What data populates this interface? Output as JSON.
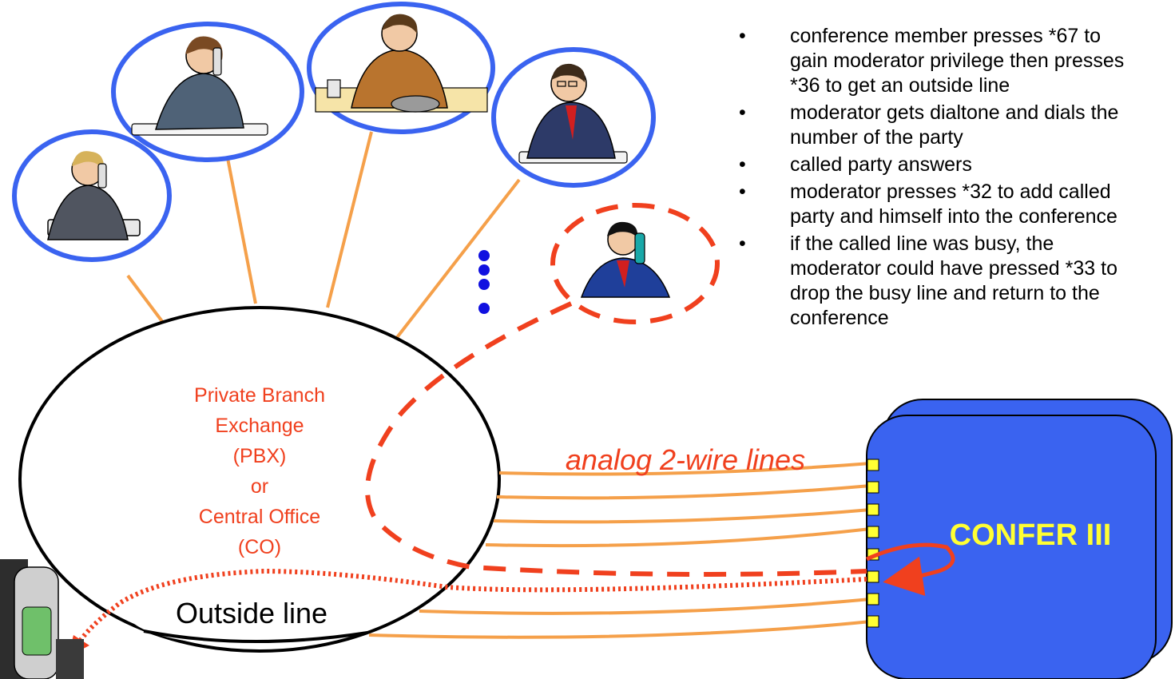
{
  "diagram": {
    "pbx_label_lines": [
      "Private Branch",
      "Exchange",
      "(PBX)",
      "or",
      "Central Office",
      "(CO)"
    ],
    "outside_line_label": "Outside line",
    "lines_label": "analog 2-wire lines",
    "device_label": "CONFER III",
    "icons": [
      "woman-on-phone-icon",
      "businessman-on-phone-icon",
      "man-in-sweater-on-phone-icon",
      "man-with-glasses-on-phone-icon",
      "man-with-headset-phone-icon",
      "cordless-phone-icon"
    ],
    "colors": {
      "ring": "#3a63f0",
      "line": "#f5a04a",
      "dashed": "#f0401e",
      "label": "#f0401e",
      "device": "#3a63f0",
      "device_label": "#ffff33",
      "port": "#ffff33",
      "dots": "#1010e0"
    }
  },
  "steps": [
    "conference member presses *67 to\ngain moderator privilege then presses\n*36 to get an outside line",
    "moderator gets dialtone and dials the\nnumber of the party",
    "called party answers",
    "moderator presses *32 to add called\nparty and himself into the conference",
    "if the called line was busy, the\nmoderator could have pressed *33 to\ndrop the busy line and return to the\nconference"
  ]
}
